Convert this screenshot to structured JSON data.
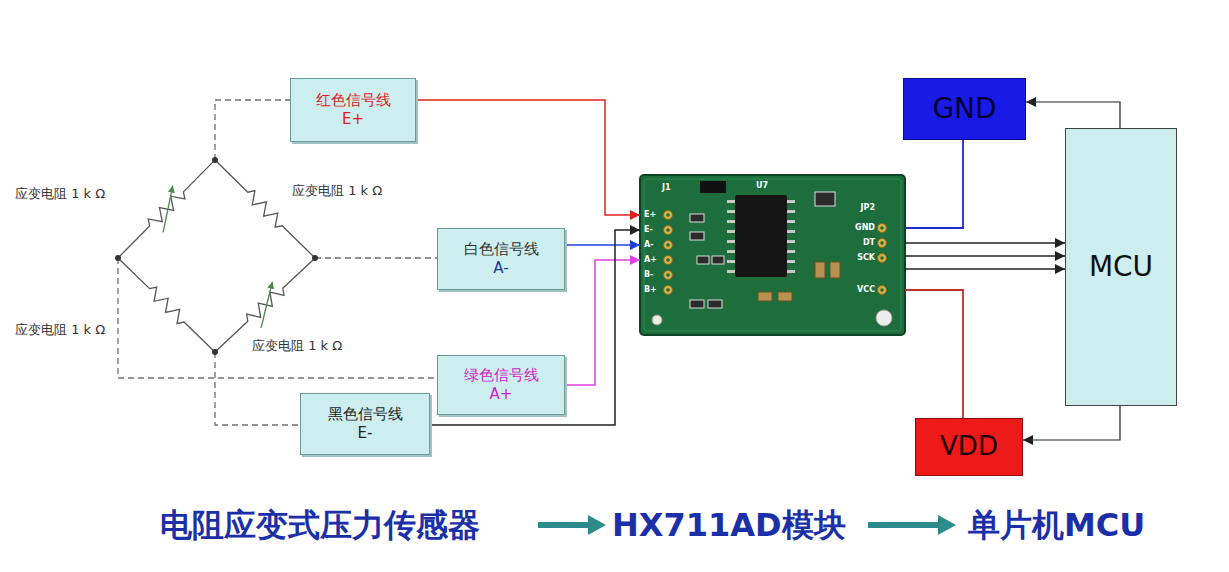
{
  "diagram": {
    "nodes": [
      {
        "text": [
          "红色信号线",
          "E+"
        ]
      },
      {
        "text": [
          "白色信号线",
          "A-"
        ]
      },
      {
        "text": [
          "绿色信号线",
          "A+"
        ]
      },
      {
        "text": [
          "黑色信号线",
          "E-"
        ]
      },
      {
        "text": [
          "J1",
          "E+",
          "E-",
          "A-",
          "A+",
          "B-",
          "B+",
          "U7",
          "JP2",
          "GND",
          "DT",
          "SCK",
          "VCC"
        ]
      },
      {
        "text": [
          "GND"
        ]
      },
      {
        "text": [
          "VDD"
        ]
      },
      {
        "text": [
          "MCU"
        ]
      }
    ],
    "edges": [
      {
        "from": 0,
        "to": 4,
        "arrow": "to"
      },
      {
        "from": 1,
        "to": 4,
        "arrow": "to"
      },
      {
        "from": 2,
        "to": 4,
        "arrow": "to"
      },
      {
        "from": 3,
        "to": 4,
        "arrow": "to"
      },
      {
        "from": 5,
        "to": 4,
        "arrow": "none"
      },
      {
        "from": 6,
        "to": 4,
        "arrow": "none"
      },
      {
        "from": 4,
        "to": 7,
        "arrow": "to"
      },
      {
        "from": 4,
        "to": 7,
        "arrow": "to"
      },
      {
        "from": 4,
        "to": 7,
        "arrow": "to"
      },
      {
        "from": 7,
        "to": 5,
        "arrow": "to"
      },
      {
        "from": 7,
        "to": 6,
        "arrow": "to"
      }
    ],
    "labels": [
      "应变电阻 1 k Ω",
      "应变电阻 1 k Ω",
      "应变电阻 1 k Ω",
      "应变电阻 1 k Ω",
      "电阻应变式压力传感器",
      "HX711AD模块",
      "单片机MCU"
    ]
  }
}
